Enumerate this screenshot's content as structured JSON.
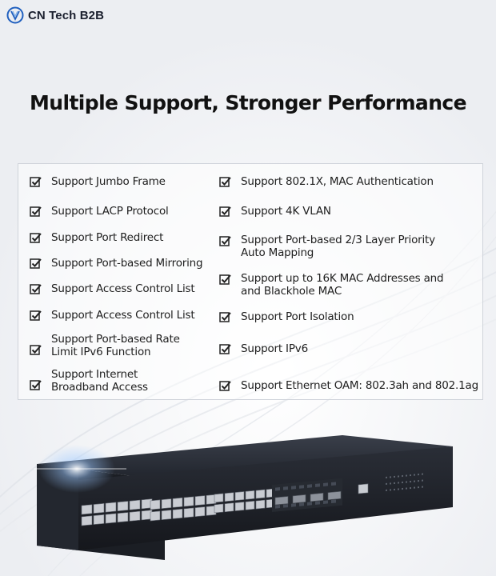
{
  "brand": {
    "name": "CN Tech B2B"
  },
  "headline": "Multiple Support, Stronger Performance",
  "features_left": [
    "Support Jumbo Frame",
    "Support LACP Protocol",
    "Support Port Redirect",
    "Support Port-based Mirroring",
    "Support Access Control List",
    "Support Access Control List",
    "Support Port-based Rate\nLimit IPv6 Function",
    "Support Internet\nBroadband Access"
  ],
  "features_right": [
    "Support 802.1X, MAC Authentication",
    "Support 4K VLAN",
    "Support Port-based 2/3 Layer Priority\nAuto Mapping",
    "Support up to 16K MAC Addresses and\nand Blackhole MAC",
    "Support Port Isolation",
    "Support IPv6",
    "Support Ethernet OAM: 802.3ah and 802.1ag"
  ],
  "colors": {
    "brand": "#1f5fbf",
    "text": "#1e1e1e",
    "device": "#1c1f26"
  },
  "icons": {
    "check": "checkbox-checked-icon",
    "logo": "cn-tech-logo-icon"
  }
}
